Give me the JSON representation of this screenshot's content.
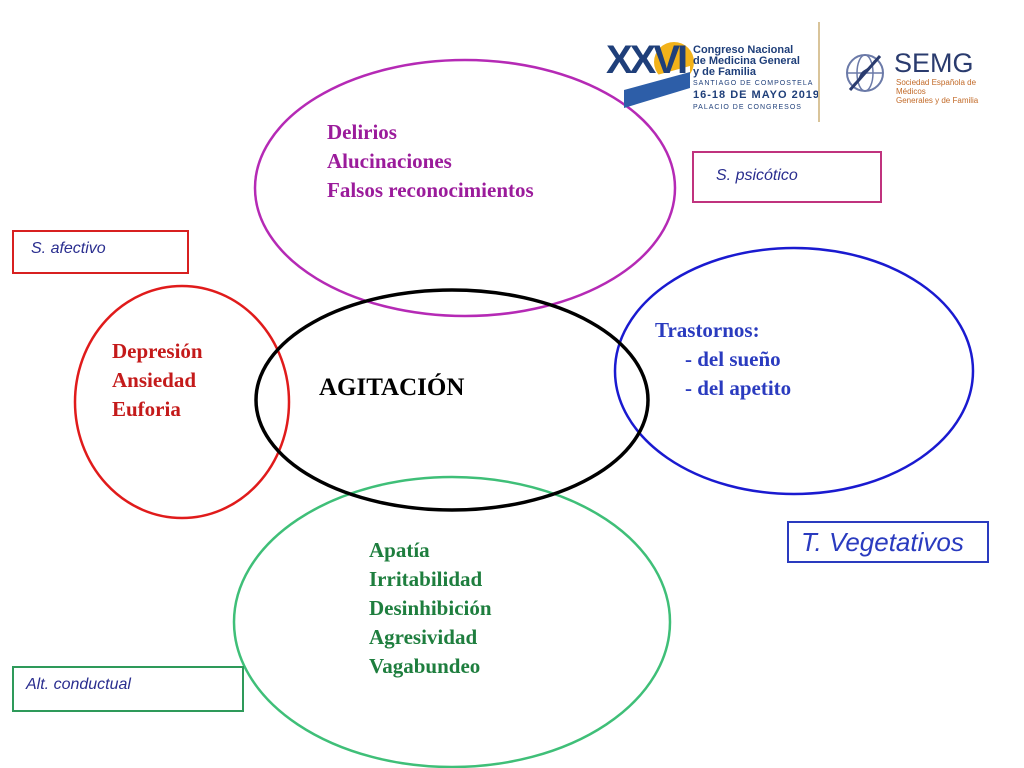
{
  "center": {
    "label": "AGITACIÓN"
  },
  "ellipses": {
    "psicotico": {
      "items": [
        "Delirios",
        "Alucinaciones",
        "Falsos reconocimientos"
      ],
      "color": "#b52ab5"
    },
    "afectivo": {
      "items": [
        "Depresión",
        "Ansiedad",
        "Euforia"
      ],
      "color": "#e01b1b"
    },
    "vegetativo": {
      "heading": "Trastornos:",
      "items": [
        "- del sueño",
        "- del apetito"
      ],
      "color": "#1a1ad0"
    },
    "conductual": {
      "items": [
        "Apatía",
        "Irritabilidad",
        "Desinhibición",
        "Agresividad",
        "Vagabundeo"
      ],
      "color": "#3fbf78"
    }
  },
  "labels": {
    "psicotico": "S. psicótico",
    "afectivo": "S. afectivo",
    "vegetativo": "T. Vegetativos",
    "conductual": "Alt. conductual"
  },
  "logos": {
    "congress": {
      "numeral": "XXVI",
      "lines": [
        "Congreso Nacional",
        "de Medicina General",
        "y de Familia"
      ],
      "place": "SANTIAGO DE COMPOSTELA",
      "date": "16-18 DE MAYO 2019",
      "venue": "PALACIO DE CONGRESOS"
    },
    "semg": {
      "name": "SEMG",
      "subtitle": [
        "Sociedad Española de Médicos",
        "Generales y de Familia"
      ]
    }
  }
}
